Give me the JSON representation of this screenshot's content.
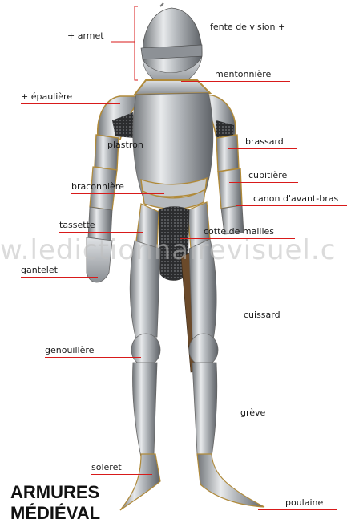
{
  "figure": {
    "title_line1": "ARMURES",
    "title_line2": "MÉDIÉVAL",
    "watermark": "w.ledictionnairevisuel.c",
    "accent_color": "#d81a1a"
  },
  "labels": {
    "armet": "+ armet",
    "fente_de_vision": "fente de vision +",
    "mentonniere": "mentonnière",
    "epauliere": "+ épaulière",
    "plastron": "plastron",
    "brassard": "brassard",
    "cubitiere": "cubitière",
    "braconniere": "braconnière",
    "canon_avant_bras": "canon d'avant-bras",
    "tassette": "tassette",
    "cotte_de_mailles": "cotte de mailles",
    "gantelet": "gantelet",
    "cuissard": "cuissard",
    "genouillere": "genouillère",
    "greve": "grève",
    "soleret": "soleret",
    "poulaine": "poulaine"
  }
}
